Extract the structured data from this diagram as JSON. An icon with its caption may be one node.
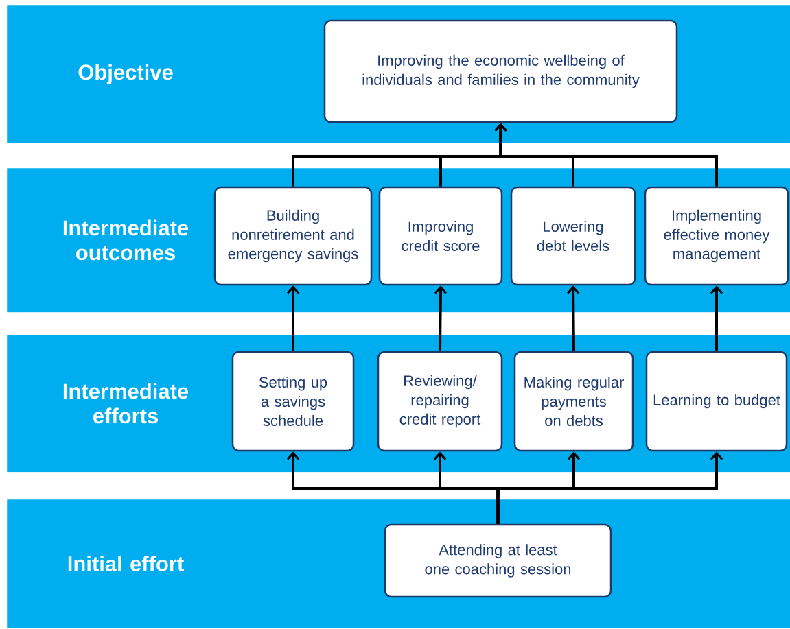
{
  "diagram": {
    "nodes": [
      {
        "text": [
          "Objective"
        ]
      },
      {
        "text": [
          "Improving the economic wellbeing of individuals and families in the community"
        ],
        "in": 0
      },
      {
        "text": [
          "Intermediate outcomes"
        ]
      },
      {
        "text": [
          "Building nonretirement and emergency savings"
        ],
        "in": 2
      },
      {
        "text": [
          "Improving credit score"
        ],
        "in": 2
      },
      {
        "text": [
          "Lowering debt levels"
        ],
        "in": 2
      },
      {
        "text": [
          "Implementing effective money management"
        ],
        "in": 2
      },
      {
        "text": [
          "Intermediate efforts"
        ]
      },
      {
        "text": [
          "Setting up a savings schedule"
        ],
        "in": 7
      },
      {
        "text": [
          "Reviewing/ repairing credit report"
        ],
        "in": 7
      },
      {
        "text": [
          "Making regular payments on debts"
        ],
        "in": 7
      },
      {
        "text": [
          "Learning to budget"
        ],
        "in": 7
      },
      {
        "text": [
          "Initial effort"
        ]
      },
      {
        "text": [
          "Attending at least one coaching session"
        ],
        "in": 12
      }
    ],
    "edges": [
      {
        "from": 13,
        "to": 8,
        "arrow": "to"
      },
      {
        "from": 13,
        "to": 9,
        "arrow": "to"
      },
      {
        "from": 13,
        "to": 10,
        "arrow": "to"
      },
      {
        "from": 13,
        "to": 11,
        "arrow": "to"
      },
      {
        "from": 8,
        "to": 3,
        "arrow": "to"
      },
      {
        "from": 9,
        "to": 4,
        "arrow": "to"
      },
      {
        "from": 10,
        "to": 5,
        "arrow": "to"
      },
      {
        "from": 11,
        "to": 6,
        "arrow": "to"
      },
      {
        "from": 3,
        "to": 1,
        "arrow": "to"
      },
      {
        "from": 4,
        "to": 1,
        "arrow": "to"
      },
      {
        "from": 5,
        "to": 1,
        "arrow": "to"
      },
      {
        "from": 6,
        "to": 1,
        "arrow": "to"
      }
    ]
  }
}
